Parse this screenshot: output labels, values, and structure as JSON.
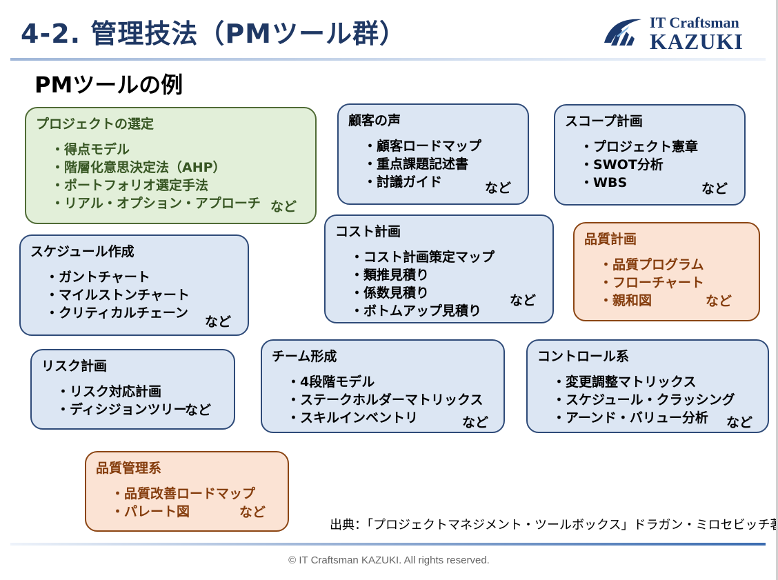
{
  "header": {
    "title": "4-2.  管理技法（PMツール群）",
    "logo_line1": "IT Craftsman",
    "logo_line2": "KAZUKI"
  },
  "subtitle": "PMツールの例",
  "etc_label": "など",
  "boxes": [
    {
      "title": "プロジェクトの選定",
      "items": [
        "得点モデル",
        "階層化意思決定法（AHP）",
        "ポートフォリオ選定手法",
        "リアル・オプション・アプローチ"
      ]
    },
    {
      "title": "顧客の声",
      "items": [
        "顧客ロードマップ",
        "重点課題記述書",
        "討議ガイド"
      ]
    },
    {
      "title": "スコープ計画",
      "items": [
        "プロジェクト憲章",
        "SWOT分析",
        "WBS"
      ]
    },
    {
      "title": "スケジュール作成",
      "items": [
        "ガントチャート",
        "マイルストンチャート",
        "クリティカルチェーン"
      ]
    },
    {
      "title": "コスト計画",
      "items": [
        "コスト計画策定マップ",
        "類推見積り",
        "係数見積り",
        "ボトムアップ見積り"
      ]
    },
    {
      "title": "品質計画",
      "items": [
        "品質プログラム",
        "フローチャート",
        "親和図"
      ]
    },
    {
      "title": "リスク計画",
      "items": [
        "リスク対応計画",
        "ディシジョンツリー"
      ]
    },
    {
      "title": "チーム形成",
      "items": [
        "4段階モデル",
        "ステークホルダーマトリックス",
        "スキルインベントリ"
      ]
    },
    {
      "title": "コントロール系",
      "items": [
        "変更調整マトリックス",
        "スケジュール・クラッシング",
        "アーンド・バリュー分析"
      ]
    },
    {
      "title": "品質管理系",
      "items": [
        "品質改善ロードマップ",
        "パレート図"
      ]
    }
  ],
  "citation": "出典：「プロジェクトマネジメント・ツールボックス」ドラガン・ミロセビッチ著",
  "footer": "© IT Craftsman KAZUKI. All rights reserved.",
  "colors": {
    "title": "#1f3864",
    "blue_fill": "#dce6f3",
    "green_fill": "#e2efd9",
    "orange_fill": "#fbe3d4",
    "orange_text": "#843c0c"
  }
}
